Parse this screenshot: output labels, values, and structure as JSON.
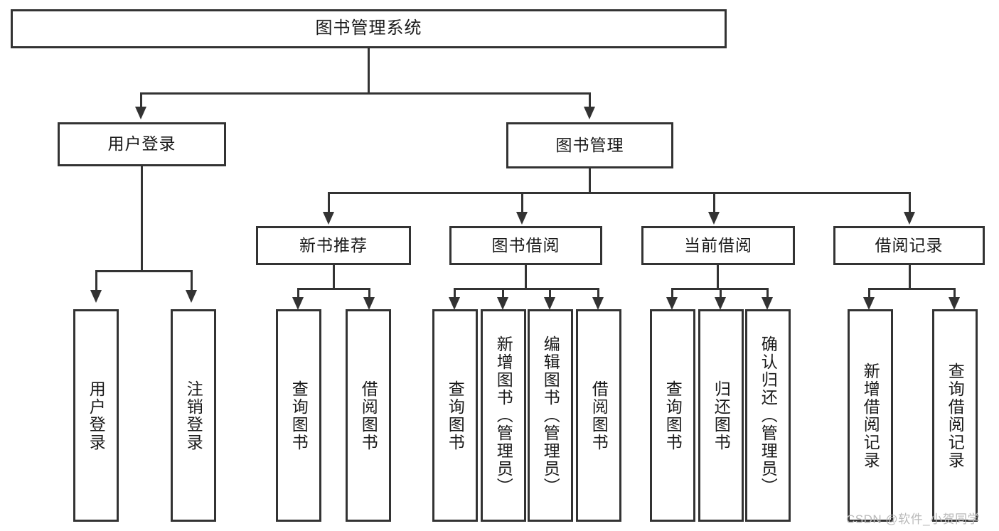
{
  "diagram": {
    "title": "图书管理系统",
    "background_color": "#ffffff",
    "line_color": "#333333",
    "text_color": "#1a1a1a"
  },
  "nodes": {
    "root": {
      "label": "图书管理系统"
    },
    "level2": [
      {
        "label": "用户登录"
      },
      {
        "label": "图书管理"
      }
    ],
    "level3": [
      {
        "label": "新书推荐"
      },
      {
        "label": "图书借阅"
      },
      {
        "label": "当前借阅"
      },
      {
        "label": "借阅记录"
      }
    ],
    "leaves": {
      "user_login": [
        {
          "label": "用户登录"
        },
        {
          "label": "注销登录"
        }
      ],
      "new_book_recommend": [
        {
          "label": "查询图书"
        },
        {
          "label": "借阅图书"
        }
      ],
      "book_borrow": [
        {
          "label": "查询图书"
        },
        {
          "label": "新增图书（管理员）"
        },
        {
          "label": "编辑图书（管理员）"
        },
        {
          "label": "借阅图书"
        }
      ],
      "current_borrow": [
        {
          "label": "查询图书"
        },
        {
          "label": "归还图书"
        },
        {
          "label": "确认归还（管理员）"
        }
      ],
      "borrow_record": [
        {
          "label": "新增借阅记录"
        },
        {
          "label": "查询借阅记录"
        }
      ]
    }
  },
  "watermark": {
    "text": "CSDN @软件_小贺同学",
    "color": "#b9b9b9"
  }
}
